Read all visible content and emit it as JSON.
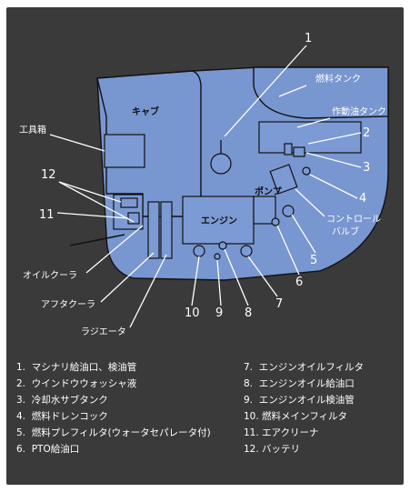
{
  "components": {
    "cab": "キャブ",
    "engine": "エンジン",
    "pump": "ポンプ",
    "fuel_tank": "燃料タンク",
    "hydraulic_tank": "作動油タンク",
    "toolbox": "工具箱",
    "control_valve_line1": "コントロール",
    "control_valve_line2": "バルブ",
    "oil_cooler": "オイルクーラ",
    "aftercooler": "アフタクーラ",
    "radiator": "ラジエータ"
  },
  "callouts": [
    "1",
    "2",
    "3",
    "4",
    "5",
    "6",
    "7",
    "8",
    "9",
    "10",
    "11",
    "12"
  ],
  "legend": [
    {
      "n": "1.",
      "text": "マシナリ給油口、検油管"
    },
    {
      "n": "2.",
      "text": "ウインドウウォッシャ液"
    },
    {
      "n": "3.",
      "text": "冷却水サブタンク"
    },
    {
      "n": "4.",
      "text": "燃料ドレンコック"
    },
    {
      "n": "5.",
      "text": "燃料プレフィルタ(ウォータセパレータ付)"
    },
    {
      "n": "6.",
      "text": "PTO給油口"
    },
    {
      "n": "7.",
      "text": "エンジンオイルフィルタ"
    },
    {
      "n": "8.",
      "text": "エンジンオイル給油口"
    },
    {
      "n": "9.",
      "text": "エンジンオイル検油管"
    },
    {
      "n": "10.",
      "text": "燃料メインフィルタ"
    },
    {
      "n": "11.",
      "text": "エアクリーナ"
    },
    {
      "n": "12.",
      "text": "バッテリ"
    }
  ],
  "colors": {
    "background": "#3a3a3a",
    "machine": "#7896d0",
    "text": "#ffffff"
  }
}
